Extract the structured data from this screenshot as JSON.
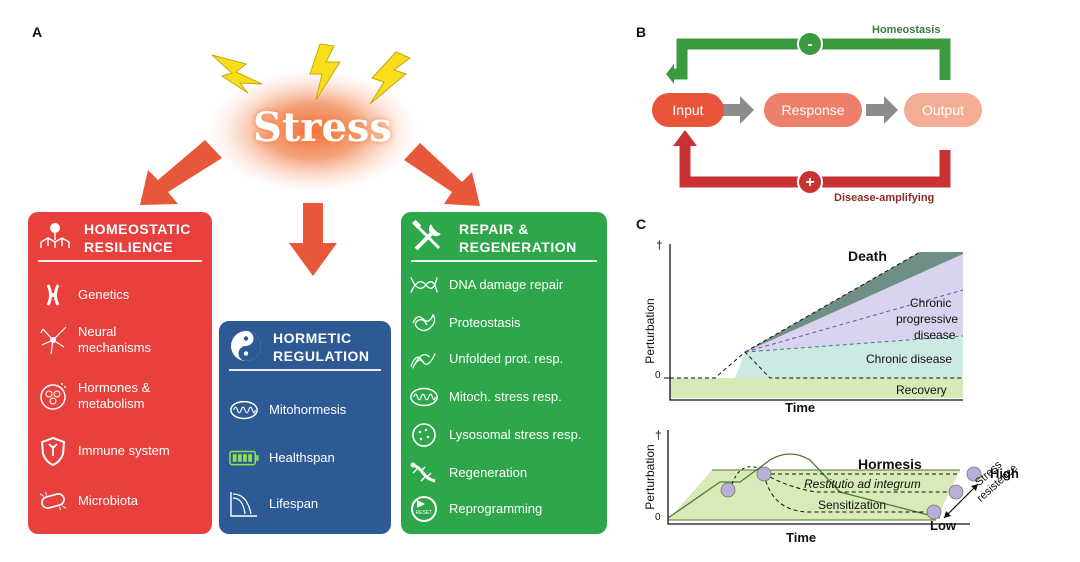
{
  "panel_a": {
    "letter": "A",
    "stress_label": "Stress",
    "homeostatic": {
      "title_line1": "HOMEOSTATIC",
      "title_line2": "RESILIENCE",
      "items": [
        {
          "label": "Genetics",
          "icon": "chromosome-icon"
        },
        {
          "label_line1": "Neural",
          "label_line2": "mechanisms",
          "icon": "neuron-icon"
        },
        {
          "label_line1": "Hormones &",
          "label_line2": "metabolism",
          "icon": "cell-icon"
        },
        {
          "label": "Immune system",
          "icon": "shield-icon"
        },
        {
          "label": "Microbiota",
          "icon": "bacterium-icon"
        }
      ]
    },
    "hormetic": {
      "title_line1": "HORMETIC",
      "title_line2": "REGULATION",
      "items": [
        {
          "label": "Mitohormesis",
          "icon": "mitochondrion-icon"
        },
        {
          "label": "Healthspan",
          "icon": "battery-icon"
        },
        {
          "label": "Lifespan",
          "icon": "lifespan-curve-icon"
        }
      ]
    },
    "repair": {
      "title_line1": "REPAIR &",
      "title_line2": "REGENERATION",
      "items": [
        {
          "label": "DNA damage repair",
          "icon": "dna-icon"
        },
        {
          "label": "Proteostasis",
          "icon": "protein-icon"
        },
        {
          "label": "Unfolded prot. resp.",
          "icon": "unfolded-protein-icon"
        },
        {
          "label": "Mitoch. stress resp.",
          "icon": "mitochondrion-icon"
        },
        {
          "label": "Lysosomal stress resp.",
          "icon": "lysosome-icon"
        },
        {
          "label": "Regeneration",
          "icon": "lizard-icon"
        },
        {
          "label": "Reprogramming",
          "icon": "reset-icon",
          "icon_text": "RESET"
        }
      ]
    }
  },
  "panel_b": {
    "letter": "B",
    "nodes": [
      "Input",
      "Response",
      "Output"
    ],
    "negative_loop": {
      "label": "Homeostasis",
      "sign": "-"
    },
    "positive_loop": {
      "label": "Disease-amplifying",
      "sign": "+"
    },
    "colors": {
      "input": "#e8553a",
      "response": "#ee7f6a",
      "output": "#f3ad94",
      "negative": "#3b9a3f",
      "positive": "#c93232"
    }
  },
  "panel_c": {
    "letter": "C",
    "top": {
      "ylabel": "Perturbation",
      "xlabel": "Time",
      "ytick_zero": "0",
      "ytick_top": "†",
      "regions": [
        "Death",
        "Chronic progressive disease",
        "Chronic disease",
        "Recovery"
      ],
      "label_death": "Death",
      "label_chronic_prog_1": "Chronic",
      "label_chronic_prog_2": "progressive",
      "label_chronic_prog_3": "disease",
      "label_chronic": "Chronic disease",
      "label_recovery": "Recovery"
    },
    "bottom": {
      "ylabel": "Perturbation",
      "xlabel": "Time",
      "ytick_zero": "0",
      "ytick_top": "†",
      "label_hormesis": "Hormesis",
      "label_restitutio": "Restitutio ad integrum",
      "label_sensitization": "Sensitization",
      "label_high": "High",
      "label_low": "Low",
      "label_stress": "Stress",
      "label_resistence": "resistence"
    }
  }
}
